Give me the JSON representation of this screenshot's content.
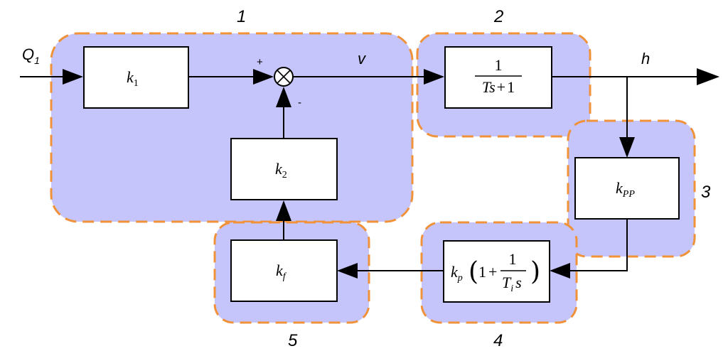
{
  "groups": [
    {
      "id": "g1",
      "label": "1"
    },
    {
      "id": "g2",
      "label": "2"
    },
    {
      "id": "g3",
      "label": "3"
    },
    {
      "id": "g4",
      "label": "4"
    },
    {
      "id": "g5",
      "label": "5"
    }
  ],
  "signals": {
    "input": {
      "main": "Q",
      "sub": "1"
    },
    "v": "v",
    "h": "h"
  },
  "summing": {
    "plus": "+",
    "minus": "-"
  },
  "blocks": {
    "k1": {
      "main": "k",
      "sub": "1"
    },
    "k2": {
      "main": "k",
      "sub": "2"
    },
    "plant": {
      "numerator": "1",
      "denominator_a": "Ts",
      "denominator_op": "+",
      "denominator_b": "1"
    },
    "kpp": {
      "main": "k",
      "sub": "PP"
    },
    "pi": {
      "gain": "k",
      "gain_sub": "p",
      "open_paren": "(",
      "one": "1",
      "plus": "+",
      "frac_num": "1",
      "frac_den": "T",
      "frac_den_sub": "i",
      "frac_den_s": "s",
      "close_paren": ")"
    },
    "kf": {
      "main": "k",
      "sub": "f"
    }
  },
  "colors": {
    "group_fill": "#c5c5fb",
    "group_border": "#f0923a",
    "line": "#000000"
  }
}
